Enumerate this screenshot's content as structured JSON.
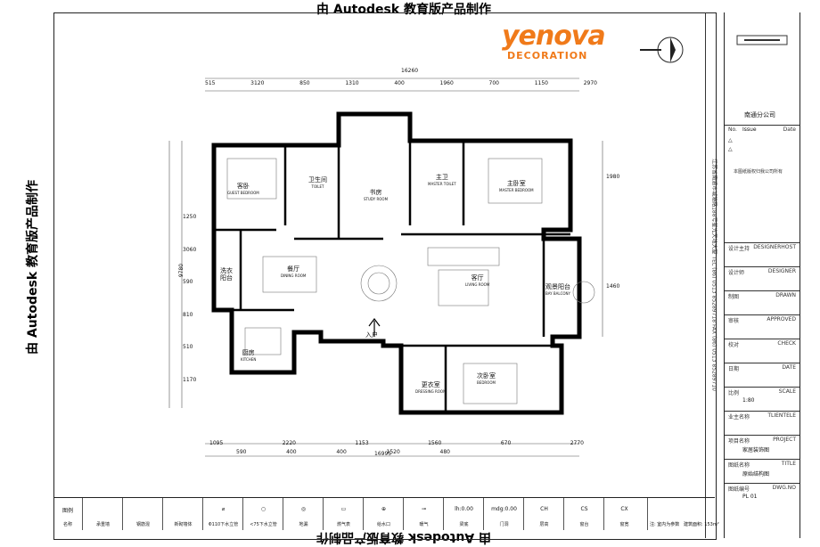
{
  "watermark": "由 Autodesk 教育版产品制作",
  "logo": {
    "main": "yenova",
    "sub": "DECORATION"
  },
  "dimensions": {
    "overall_top": "16260",
    "top": [
      "515",
      "3120",
      "850",
      "1310",
      "400",
      "1960",
      "700",
      "1150",
      "2970"
    ],
    "overall_bottom": "16995",
    "bottom": [
      "1095",
      "2220",
      "1153",
      "1560",
      "670",
      "2770"
    ],
    "bottom_sub": [
      "590",
      "400",
      "400",
      "1520",
      "480"
    ],
    "left": [
      "1250",
      "3060",
      "590",
      "810",
      "510",
      "1170"
    ],
    "left_total": "9780",
    "right": [
      "1980",
      "1460"
    ]
  },
  "rooms": {
    "bedroom2": {
      "cn": "客卧",
      "en": "GUEST BEDROOM"
    },
    "bath_public": {
      "cn": "卫生间",
      "en": "TOILET"
    },
    "study": {
      "cn": "书房",
      "en": "STUDY ROOM"
    },
    "bath_master": {
      "cn": "主卫",
      "en": "MASTER TOILET"
    },
    "master_bed": {
      "cn": "主卧室",
      "en": "MASTER BEDROOM"
    },
    "laundry": {
      "cn": "洗衣阳台",
      "en": ""
    },
    "dining": {
      "cn": "餐厅",
      "en": "DINING ROOM"
    },
    "living": {
      "cn": "客厅",
      "en": "LIVING ROOM"
    },
    "balcony": {
      "cn": "观景阳台",
      "en": "BAY BALCONY"
    },
    "kitchen": {
      "cn": "厨房",
      "en": "KITCHEN"
    },
    "entry": {
      "cn": "入户",
      "en": ""
    },
    "dressing": {
      "cn": "更衣室",
      "en": "DRESSING ROOM"
    },
    "bedroom3": {
      "cn": "次卧室",
      "en": "BEDROOM"
    }
  },
  "title_block": {
    "company": "南通分公司",
    "rev_no": "No.",
    "issue": "Issue",
    "date": "Date",
    "notes": "本图纸版权归我公司所有",
    "rows": [
      {
        "cn": "设计主持",
        "en": "DESIGNERHOST",
        "val": ""
      },
      {
        "cn": "设计师",
        "en": "DESIGNER",
        "val": ""
      },
      {
        "cn": "制图",
        "en": "DRAWN",
        "val": ""
      },
      {
        "cn": "审核",
        "en": "APPROVED",
        "val": ""
      },
      {
        "cn": "校对",
        "en": "CHECK",
        "val": ""
      },
      {
        "cn": "日期",
        "en": "DATE",
        "val": ""
      },
      {
        "cn": "比例",
        "en": "SCALE",
        "val": "1:80"
      },
      {
        "cn": "业主名称",
        "en": "TLIENTELE",
        "val": ""
      },
      {
        "cn": "项目名称",
        "en": "PROJECT",
        "val": "家居装饰图"
      },
      {
        "cn": "图纸名称",
        "en": "TITLE",
        "val": "原始结构图"
      },
      {
        "cn": "图纸编号",
        "en": "DWG.NO",
        "val": "PL 01"
      }
    ]
  },
  "side_strip": "江苏省南通市城港路188号星光天地大厦 TEL (86) 0513 85289718  FAX (86) 0513 85289710",
  "legend": {
    "header": "图例",
    "name_label": "名称",
    "items": [
      {
        "sym": "",
        "name": "承重墙"
      },
      {
        "sym": "",
        "name": "钢筋混"
      },
      {
        "sym": "",
        "name": "新砌墙体"
      },
      {
        "sym": "⌀",
        "name": "Φ110下水立管"
      },
      {
        "sym": "○",
        "name": "<75下水立管"
      },
      {
        "sym": "◎",
        "name": "地漏"
      },
      {
        "sym": "▭",
        "name": "燃气表"
      },
      {
        "sym": "⊕",
        "name": "给水口"
      },
      {
        "sym": "⊸",
        "name": "暖气"
      },
      {
        "sym": "lh:0.00",
        "name": "梁底"
      },
      {
        "sym": "mdg:0.00",
        "name": "门洞"
      },
      {
        "sym": "CH",
        "name": "层高"
      },
      {
        "sym": "CS",
        "name": "窗台"
      },
      {
        "sym": "CX",
        "name": "窗宽"
      }
    ],
    "area": "建筑面积: 153m²",
    "note": "注: 室内为参数"
  }
}
